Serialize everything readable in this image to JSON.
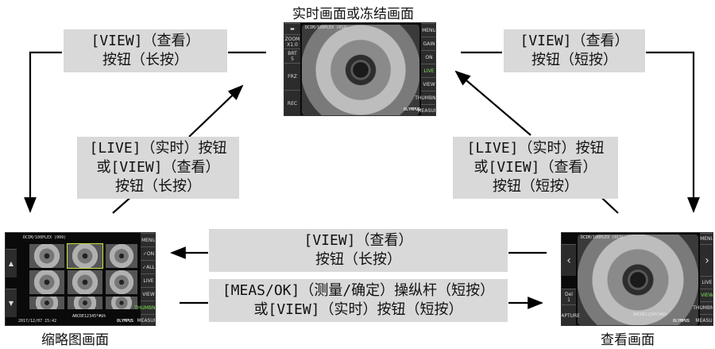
{
  "captions": {
    "live": "实时画面或冻结画面",
    "thumbnail": "缩略图画面",
    "view": "查看画面"
  },
  "labels": {
    "top_left": [
      "[VIEW]（查看）",
      "按钮（长按）"
    ],
    "top_right": [
      "[VIEW]（查看）",
      "按钮（短按）"
    ],
    "mid_left": [
      "[LIVE]（实时）按钮",
      "或[VIEW]（查看）",
      "按钮（长按）"
    ],
    "mid_right": [
      "[LIVE]（实时）按钮",
      "或[VIEW]（查看）",
      "按钮（短按）"
    ],
    "bottom_top": [
      "[VIEW]（查看）",
      "按钮（长按）"
    ],
    "bottom_bottom": [
      "[MEAS/OK]（测量/确定）操纵杆（短按）",
      "或[VIEW]（实时）按钮（短按）"
    ]
  },
  "screens": {
    "live": {
      "left_buttons": [
        "",
        "ZOOM\nX1.0",
        "BRT\n5",
        "FRZ",
        "REC"
      ],
      "right_buttons": [
        "MENU",
        "GAIN",
        "ON",
        "LIVE",
        "VIEW",
        "THUMBNAIL",
        "MEASURE"
      ],
      "header": "DCIM/100PLEX (018)",
      "brand": "OLYMPUS"
    },
    "thumbnail": {
      "right_buttons": [
        "MENU",
        "✓ON",
        "✓ALL",
        "LIVE",
        "VIEW",
        "THUMBNAIL",
        "MEASURE"
      ],
      "header": "DCIM/100PLEX (009)",
      "date": "2017/12/07 15:42",
      "code": "ABCDE12345*#$%",
      "brand": "OLYMPUS"
    },
    "view": {
      "right_buttons": [
        "MENU",
        "",
        "LIVE",
        "VIEW",
        "THUMBNAIL",
        "MEASURE"
      ],
      "left_buttons": [
        "Del\n1",
        "CAPTURE"
      ],
      "header": "DCIM/100PLEX (013)",
      "code": "ABCDE12345*#$%",
      "brand": "OLYMPUS"
    }
  },
  "colors": {
    "label_bg": "#d9d9d9",
    "arrow": "#000000",
    "highlight": "#7fe65a"
  }
}
